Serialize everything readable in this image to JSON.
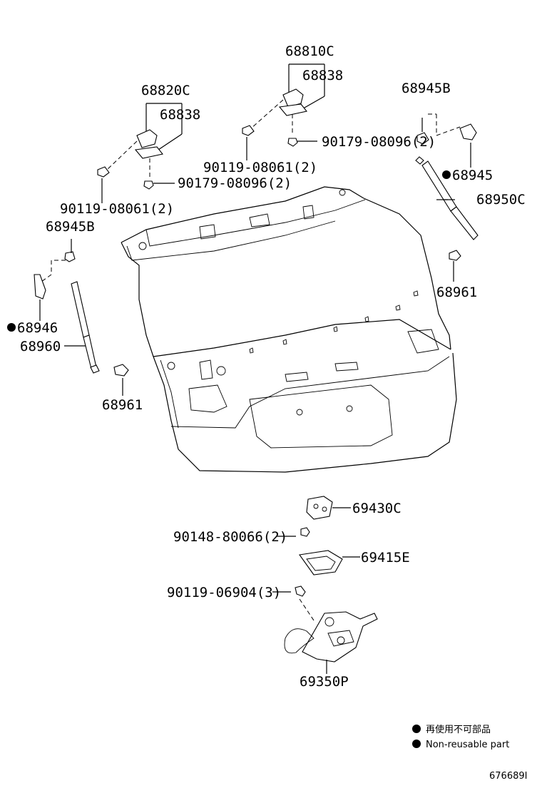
{
  "parts": {
    "p68810C": "68810C",
    "p68838_right": "68838",
    "p68820C": "68820C",
    "p68838_left": "68838",
    "p90179_right": "90179-08096(2)",
    "p90119_right": "90119-08061(2)",
    "p90179_left": "90179-08096(2)",
    "p90119_left": "90119-08061(2)",
    "p68945B_right": "68945B",
    "p68945": "68945",
    "p68950C": "68950C",
    "p68945B_left": "68945B",
    "p68946": "68946",
    "p68960": "68960",
    "p68961_right": "68961",
    "p68961_left": "68961",
    "p69430C": "69430C",
    "p90148": "90148-80066(2)",
    "p69415E": "69415E",
    "p90119_06904": "90119-06904(3)",
    "p69350P": "69350P"
  },
  "legend": {
    "non_reusable_jp": "再使用不可部品",
    "non_reusable_en": "Non-reusable part"
  },
  "figure_id": "676689I"
}
